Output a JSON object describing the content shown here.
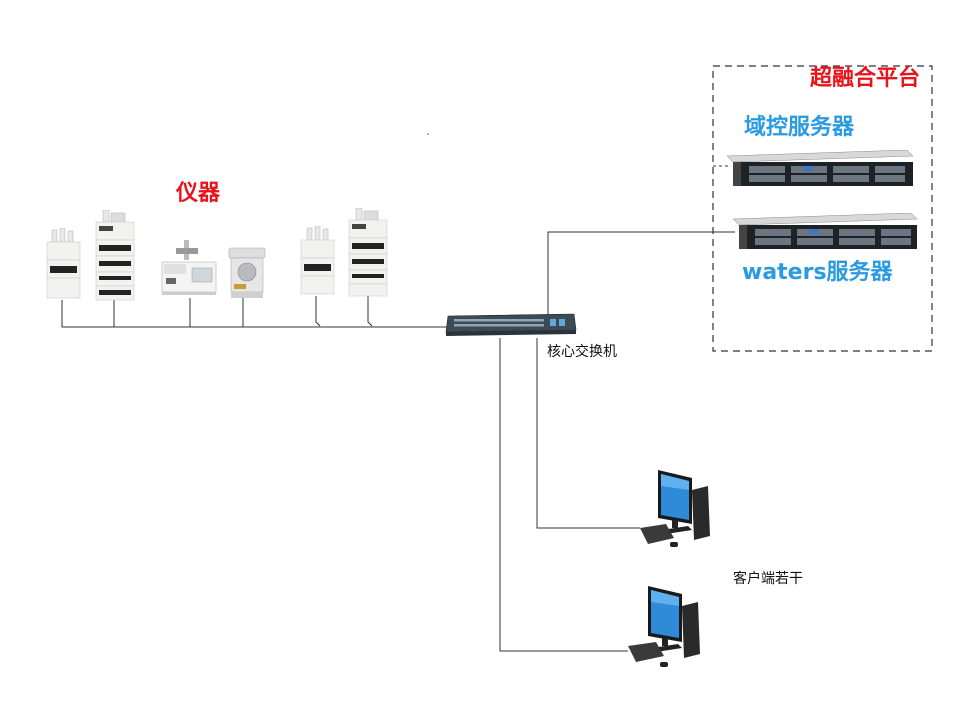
{
  "labels": {
    "instruments": "仪器",
    "platform": "超融合平台",
    "domain_server": "域控服务器",
    "waters_server": "waters服务器",
    "core_switch": "核心交换机",
    "clients": "客户端若干"
  },
  "colors": {
    "red_label": "#e8141b",
    "blue_label": "#2a9be0",
    "line": "#333333",
    "dashed_border": "#333333"
  },
  "icons": [
    "hplc-stack-icon",
    "gc-instrument-icon",
    "microwave-digester-icon",
    "rack-server-icon",
    "network-switch-icon",
    "desktop-computer-icon"
  ]
}
